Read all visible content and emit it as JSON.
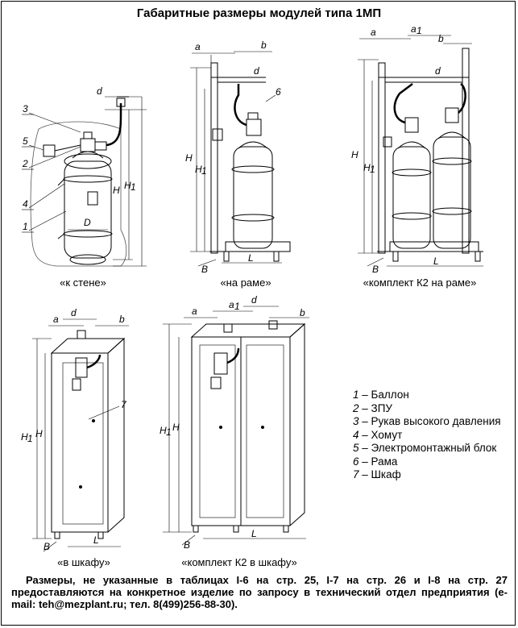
{
  "title": "Габаритные размеры модулей типа 1МП",
  "captions": {
    "wall": "«к стене»",
    "frame": "«на раме»",
    "kit_frame": "«комплект К2 на раме»",
    "cabinet": "«в шкафу»",
    "kit_cabinet": "«комплект К2 в шкафу»"
  },
  "dims": {
    "a": "a",
    "a1": "a",
    "a1_sub": "1",
    "b": "b",
    "d": "d",
    "H": "H",
    "H1": "H",
    "H1_sub": "1",
    "L": "L",
    "B": "B",
    "D": "D"
  },
  "callouts": [
    "1",
    "2",
    "3",
    "4",
    "5",
    "6",
    "7"
  ],
  "legend": [
    {
      "num": "1",
      "text": "– Баллон"
    },
    {
      "num": "2",
      "text": "– ЗПУ"
    },
    {
      "num": "3",
      "text": "– Рукав высокого давления"
    },
    {
      "num": "4",
      "text": "– Хомут"
    },
    {
      "num": "5",
      "text": "– Электромонтажный блок"
    },
    {
      "num": "6",
      "text": "– Рама"
    },
    {
      "num": "7",
      "text": "– Шкаф"
    }
  ],
  "note": "Размеры, не указанные в таблицах I-6 на стр. 25, I-7 на стр. 26 и I-8 на стр. 27 предоставляются на конкретное изделие по запросу в технический отдел предприятия (e-mail: teh@mezplant.ru; тел. 8(499)256-88-30)."
}
